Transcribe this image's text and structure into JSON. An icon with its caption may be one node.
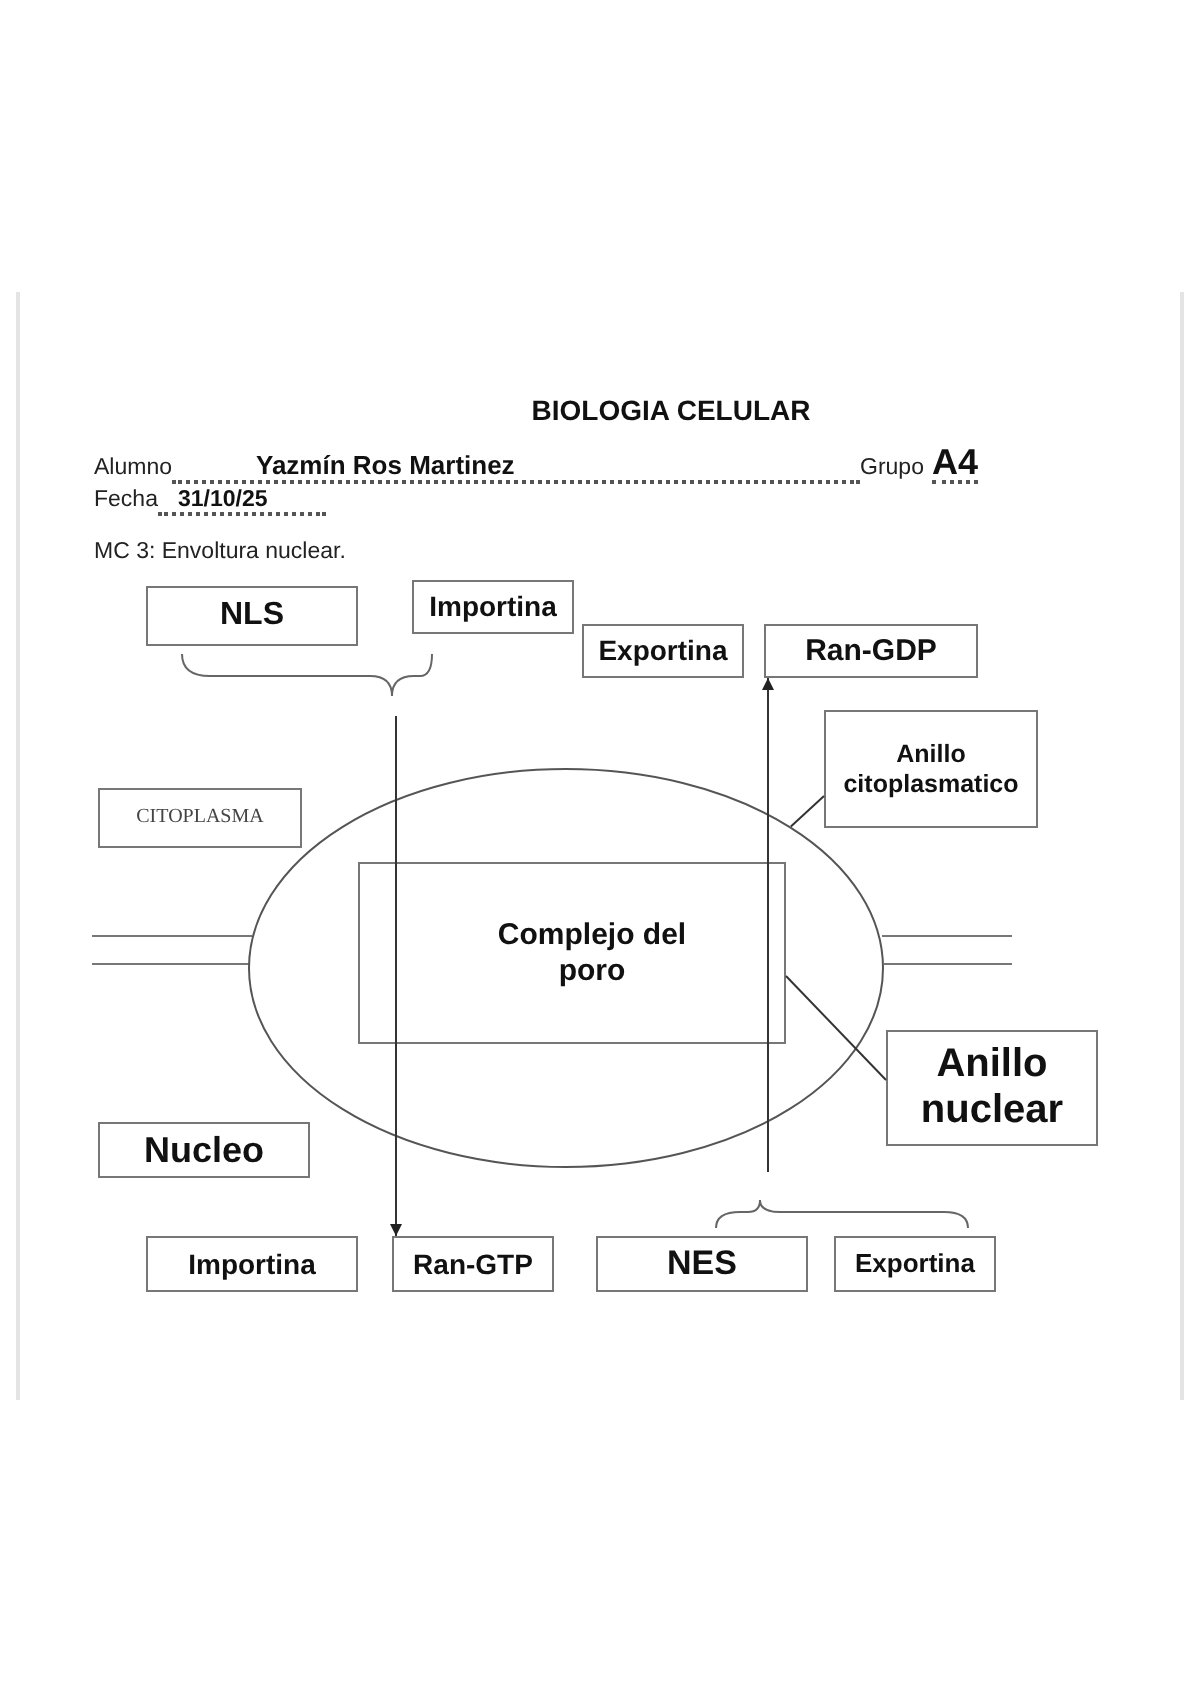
{
  "diagram": {
    "title": "BIOLOGIA CELULAR",
    "nodes": [
      {
        "text": [
          "NLS"
        ]
      },
      {
        "text": [
          "Importina"
        ]
      },
      {
        "text": [
          "Exportina"
        ]
      },
      {
        "text": [
          "Ran-GDP"
        ]
      },
      {
        "text": [
          "Anillo citoplasmatico"
        ]
      },
      {
        "text": [
          "CITOPLASMA"
        ]
      },
      {
        "text": [],
        "shape": "circle"
      },
      {
        "text": [
          "Complejo del poro"
        ],
        "in": 6
      },
      {
        "text": [
          "Anillo nuclear"
        ]
      },
      {
        "text": [
          "Nucleo"
        ]
      },
      {
        "text": [
          "Importina"
        ]
      },
      {
        "text": [
          "Ran-GTP"
        ]
      },
      {
        "text": [
          "NES"
        ]
      },
      {
        "text": [
          "Exportina"
        ]
      }
    ],
    "edges": [
      {
        "from": null,
        "to": 11,
        "arrow": "to"
      },
      {
        "from": null,
        "to": 3,
        "arrow": "to"
      },
      {
        "from": 4,
        "to": 6,
        "arrow": "none"
      },
      {
        "from": 8,
        "to": 7,
        "arrow": "none"
      }
    ],
    "labels": [
      "Alumno",
      "Yazmín Ros Martinez",
      "Grupo",
      "A4",
      "Fecha",
      "31/10/25",
      "MC 3: Envoltura nuclear."
    ]
  }
}
